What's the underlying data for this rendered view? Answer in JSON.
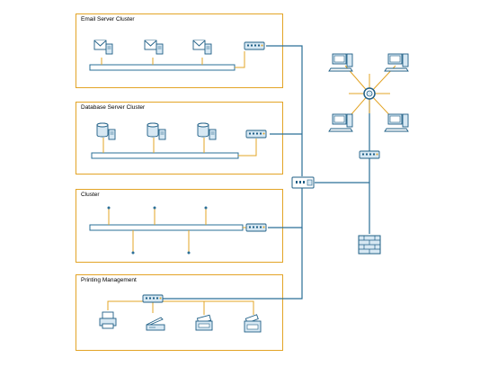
{
  "clusters": [
    {
      "id": "email",
      "title": "Email Server Cluster"
    },
    {
      "id": "database",
      "title": "Database Server Cluster"
    },
    {
      "id": "cluster",
      "title": "Cluster"
    },
    {
      "id": "printing",
      "title": "Printing Management"
    }
  ],
  "colors": {
    "cluster_border": "#e3a426",
    "connection_line": "#2a6f97",
    "device_link": "#e3a426",
    "device_stroke": "#1f5f86",
    "device_fill": "#d7e8f3"
  },
  "icons": [
    "email-server-icon",
    "database-server-icon",
    "switch-icon",
    "hub-icon",
    "workstation-icon",
    "firewall-icon",
    "printer-icon",
    "scanner-icon",
    "fax-icon",
    "copier-icon"
  ]
}
